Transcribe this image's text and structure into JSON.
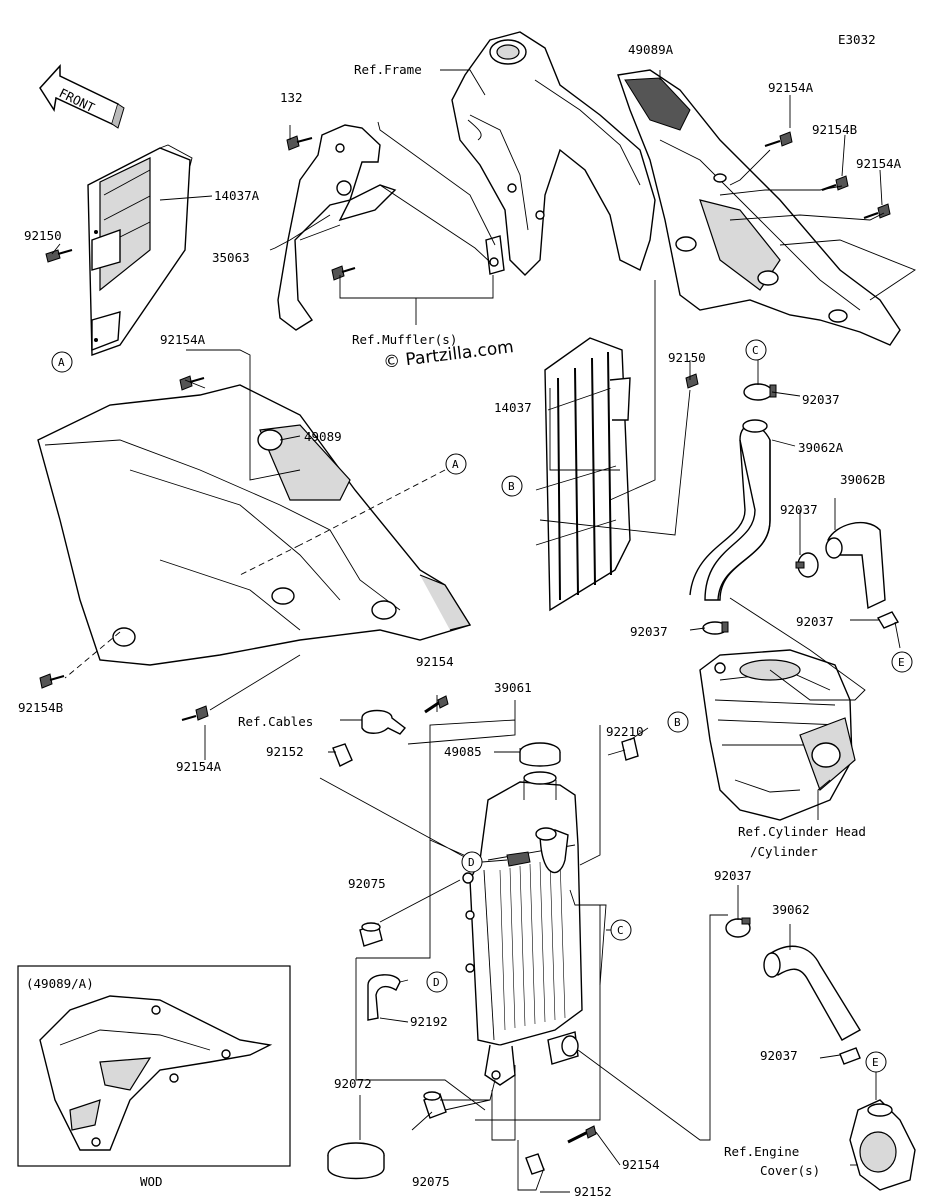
{
  "diagram_code": "E3032",
  "watermark": "© Partzilla.com",
  "front_arrow": "FRONT",
  "inset": {
    "title": "(49089/A)",
    "caption": "WOD"
  },
  "callouts": [
    "A",
    "A",
    "B",
    "B",
    "C",
    "C",
    "D",
    "D",
    "E",
    "E"
  ],
  "parts": {
    "p132": "132",
    "p14037A": "14037A",
    "p92150_left": "92150",
    "p35063": "35063",
    "ref_muffler": "Ref.Muffler(s)",
    "ref_frame": "Ref.Frame",
    "p49089A": "49089A",
    "p92154A_top": "92154A",
    "p92154B_top": "92154B",
    "p92154A_top2": "92154A",
    "p92154A_left": "92154A",
    "p49089": "49089",
    "p92150_right": "92150",
    "p14037": "14037",
    "p92037_c": "92037",
    "p39062A": "39062A",
    "p39062B": "39062B",
    "p92037_mid": "92037",
    "p92037_e": "92037",
    "p92037_low": "92037",
    "p92154B_left": "92154B",
    "p92154_bolt": "92154",
    "ref_cables": "Ref.Cables",
    "p92152_top": "92152",
    "p92154A_bottom": "92154A",
    "p39061": "39061",
    "p92210": "92210",
    "p49085": "49085",
    "ref_cylinder_1": "Ref.Cylinder Head",
    "ref_cylinder_2": "/Cylinder",
    "p92075_top": "92075",
    "p92192": "92192",
    "p92037_hose": "92037",
    "p39062": "39062",
    "p92037_hose2": "92037",
    "p92072": "92072",
    "p92075_bottom": "92075",
    "p92154_bottom": "92154",
    "p92152_bottom": "92152",
    "ref_engine_1": "Ref.Engine",
    "ref_engine_2": "Cover(s)"
  }
}
